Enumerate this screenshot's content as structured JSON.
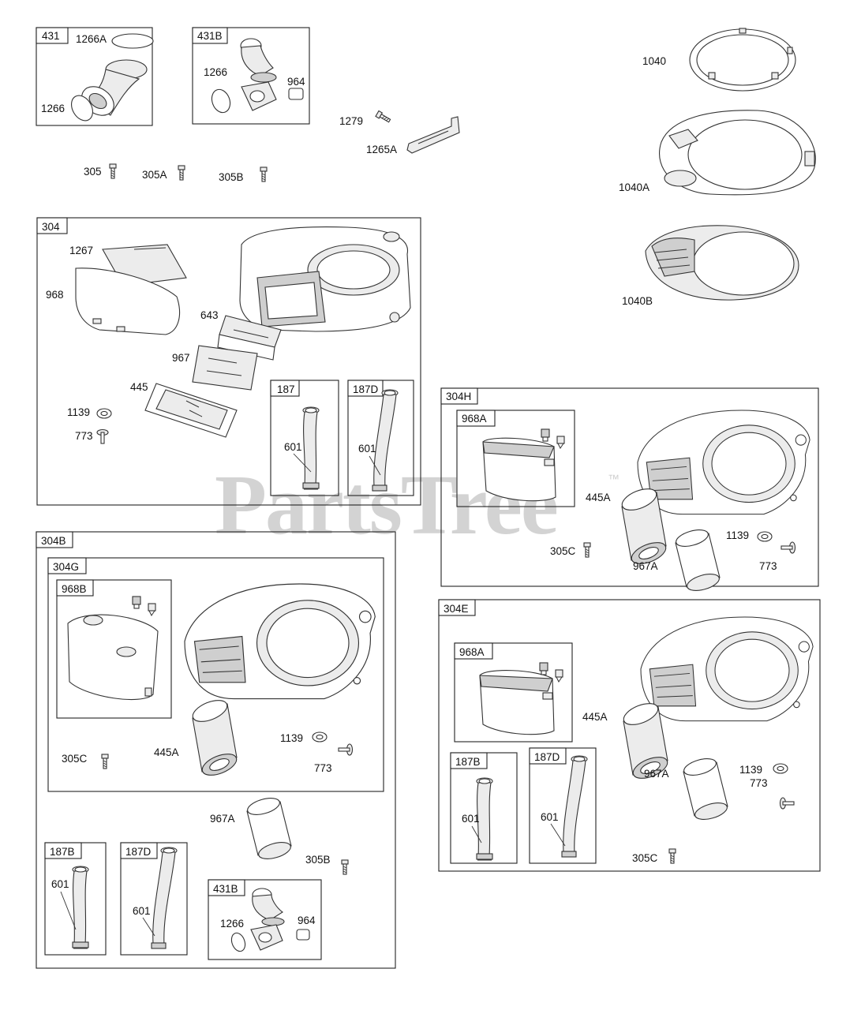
{
  "watermark": {
    "brand": "PartsTree",
    "trademark": "™"
  },
  "boxes": {
    "b431": "431",
    "b431B": "431B",
    "b304": "304",
    "b187": "187",
    "b187D": "187D",
    "b304H": "304H",
    "b968A_h": "968A",
    "b304B": "304B",
    "b304G": "304G",
    "b968B": "968B",
    "b187B_l": "187B",
    "b187D_l": "187D",
    "b431B_l": "431B",
    "b304E": "304E",
    "b968A_e": "968A",
    "b187B_e": "187B",
    "b187D_e": "187D"
  },
  "labels": {
    "l1266A": "1266A",
    "l1266_a": "1266",
    "l1266_b": "1266",
    "l964_a": "964",
    "l1279": "1279",
    "l1265A": "1265A",
    "l305": "305",
    "l305A": "305A",
    "l305B_t": "305B",
    "l1040": "1040",
    "l1040A": "1040A",
    "l1040B": "1040B",
    "l1267": "1267",
    "l968": "968",
    "l643": "643",
    "l967": "967",
    "l445": "445",
    "l1139_a": "1139",
    "l773_a": "773",
    "l601_a": "601",
    "l601_b": "601",
    "l445A_h": "445A",
    "l305C_h": "305C",
    "l1139_h": "1139",
    "l773_h": "773",
    "l967A_h": "967A",
    "l305C_g": "305C",
    "l445A_g": "445A",
    "l1139_g": "1139",
    "l773_g": "773",
    "l967A_b": "967A",
    "l305B_b": "305B",
    "l601_c": "601",
    "l601_d": "601",
    "l1266_c": "1266",
    "l964_c": "964",
    "l445A_e": "445A",
    "l967A_e": "967A",
    "l1139_e": "1139",
    "l773_e": "773",
    "l305C_e": "305C",
    "l601_e": "601",
    "l601_f": "601"
  }
}
